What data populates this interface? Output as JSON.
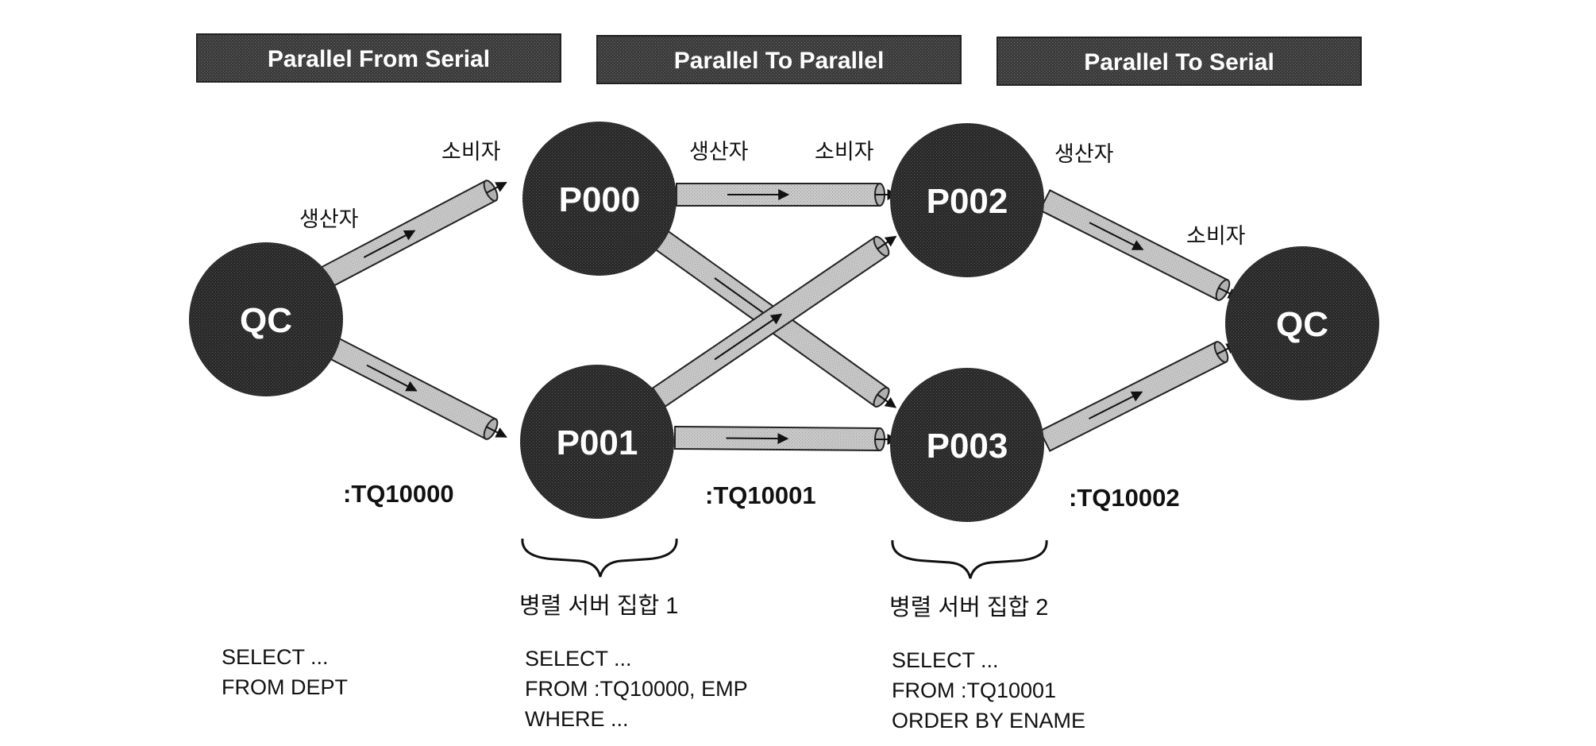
{
  "headers": {
    "parallel_from_serial": "Parallel From Serial",
    "parallel_to_parallel": "Parallel To Parallel",
    "parallel_to_serial": "Parallel To Serial"
  },
  "nodes": {
    "qc_left": "QC",
    "p000": "P000",
    "p001": "P001",
    "p002": "P002",
    "p003": "P003",
    "qc_right": "QC"
  },
  "roles": {
    "qc_producer": "생산자",
    "p000_consumer": "소비자",
    "p000_producer": "생산자",
    "p002_consumer": "소비자",
    "p002_producer": "생산자",
    "qc_right_consumer": "소비자"
  },
  "table_queues": {
    "tq0": ":TQ10000",
    "tq1": ":TQ10001",
    "tq2": ":TQ10002"
  },
  "server_sets": {
    "set1": "병렬 서버 집합 1",
    "set2": "병렬 서버 집합 2"
  },
  "sql": {
    "qc": [
      "SELECT ...",
      "FROM DEPT"
    ],
    "set1": [
      "SELECT ...",
      "FROM :TQ10000, EMP",
      "WHERE ..."
    ],
    "set2": [
      "SELECT ...",
      "FROM :TQ10001",
      "ORDER BY ENAME"
    ]
  },
  "colors": {
    "node_fill": "#1c1c1c",
    "header_fill": "#3a3a3a",
    "pipe_fill": "#c4c4c4",
    "pipe_stroke": "#222222",
    "text": "#111111"
  }
}
